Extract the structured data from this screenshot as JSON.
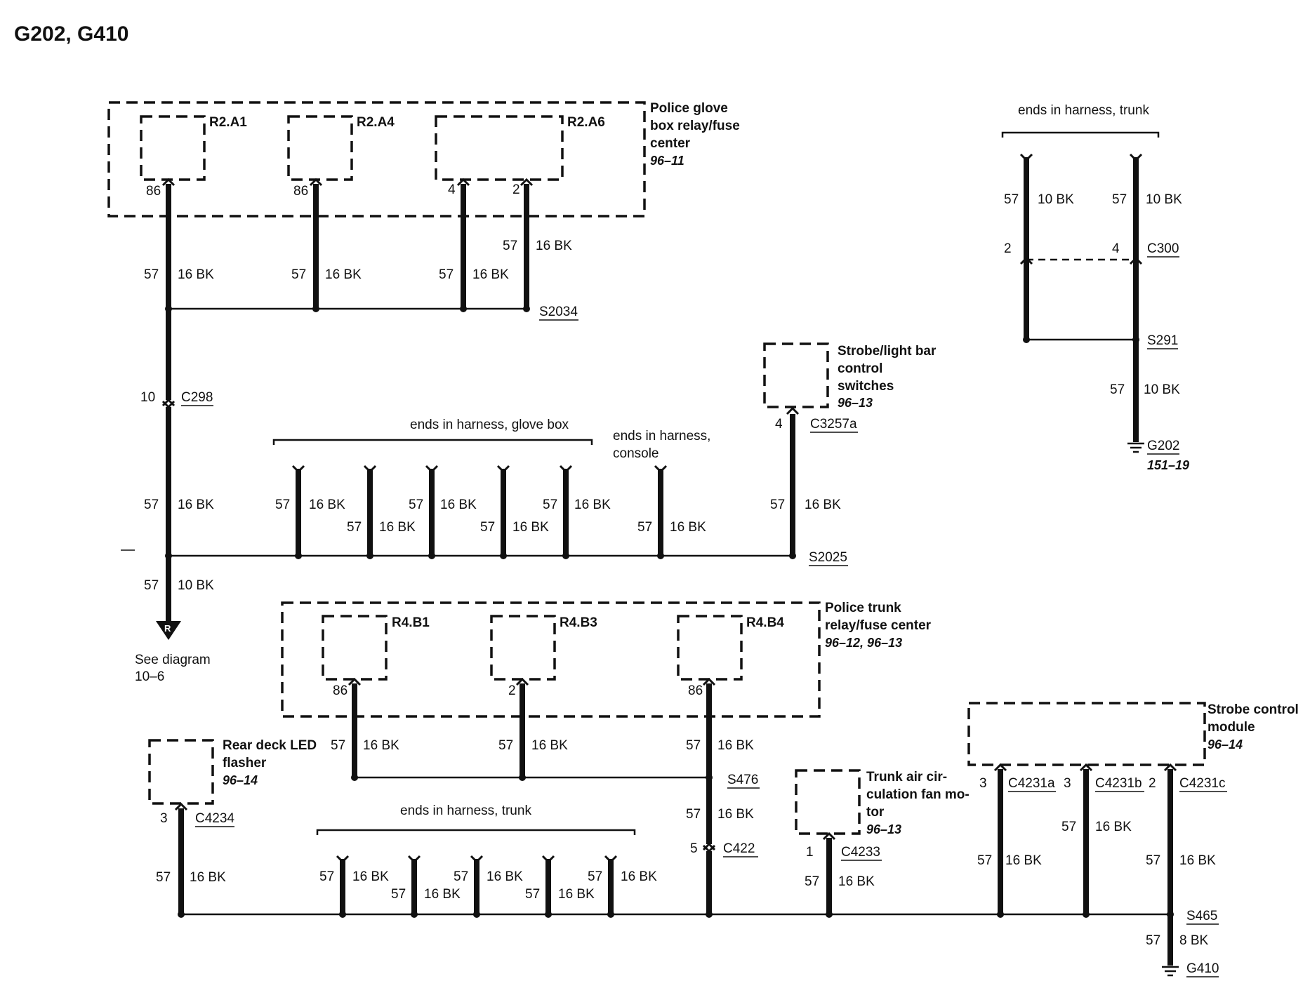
{
  "title": "G202, G410",
  "labels": {
    "glove_relay_name": [
      "Police glove",
      "box relay/fuse",
      "center"
    ],
    "glove_relay_ref": "96–11",
    "r2a1": "R2.A1",
    "r2a4": "R2.A4",
    "r2a6": "R2.A6",
    "pin86": "86",
    "pin4": "4",
    "pin2": "2",
    "pin3": "3",
    "pin5": "5",
    "pin10": "10",
    "pin1": "1",
    "circuit": "57",
    "w16bk": "16 BK",
    "w10bk": "10 BK",
    "w8bk": "8 BK",
    "s2034": "S2034",
    "c298": "C298",
    "s2025": "S2025",
    "see_diagram": [
      "See diagram",
      "10–6"
    ],
    "ends_glove": "ends in harness, glove box",
    "ends_console": [
      "ends in harness,",
      "console"
    ],
    "strobe_switch_name": [
      "Strobe/light bar",
      "control",
      "switches"
    ],
    "strobe_switch_ref": "96–13",
    "c3257a": "C3257a",
    "ends_trunk_top": "ends in harness, trunk",
    "c300": "C300",
    "s291": "S291",
    "g202": "G202",
    "g202_ref": "151–19",
    "trunk_relay_name": [
      "Police trunk",
      "relay/fuse center"
    ],
    "trunk_relay_ref": "96–12, 96–13",
    "r4b1": "R4.B1",
    "r4b3": "R4.B3",
    "r4b4": "R4.B4",
    "s476": "S476",
    "c422": "C422",
    "rear_deck_name": [
      "Rear deck LED",
      "flasher"
    ],
    "rear_deck_ref": "96–14",
    "c4234": "C4234",
    "ends_trunk_bottom": "ends in harness, trunk",
    "fan_name": [
      "Trunk air cir-",
      "culation fan mo-",
      "tor"
    ],
    "fan_ref": "96–13",
    "c4233": "C4233",
    "strobe_module_name": [
      "Strobe control",
      "module"
    ],
    "strobe_module_ref": "96–14",
    "c4231a": "C4231a",
    "c4231b": "C4231b",
    "c4231c": "C4231c",
    "s465": "S465",
    "g410": "G410",
    "r_marker": "R"
  }
}
